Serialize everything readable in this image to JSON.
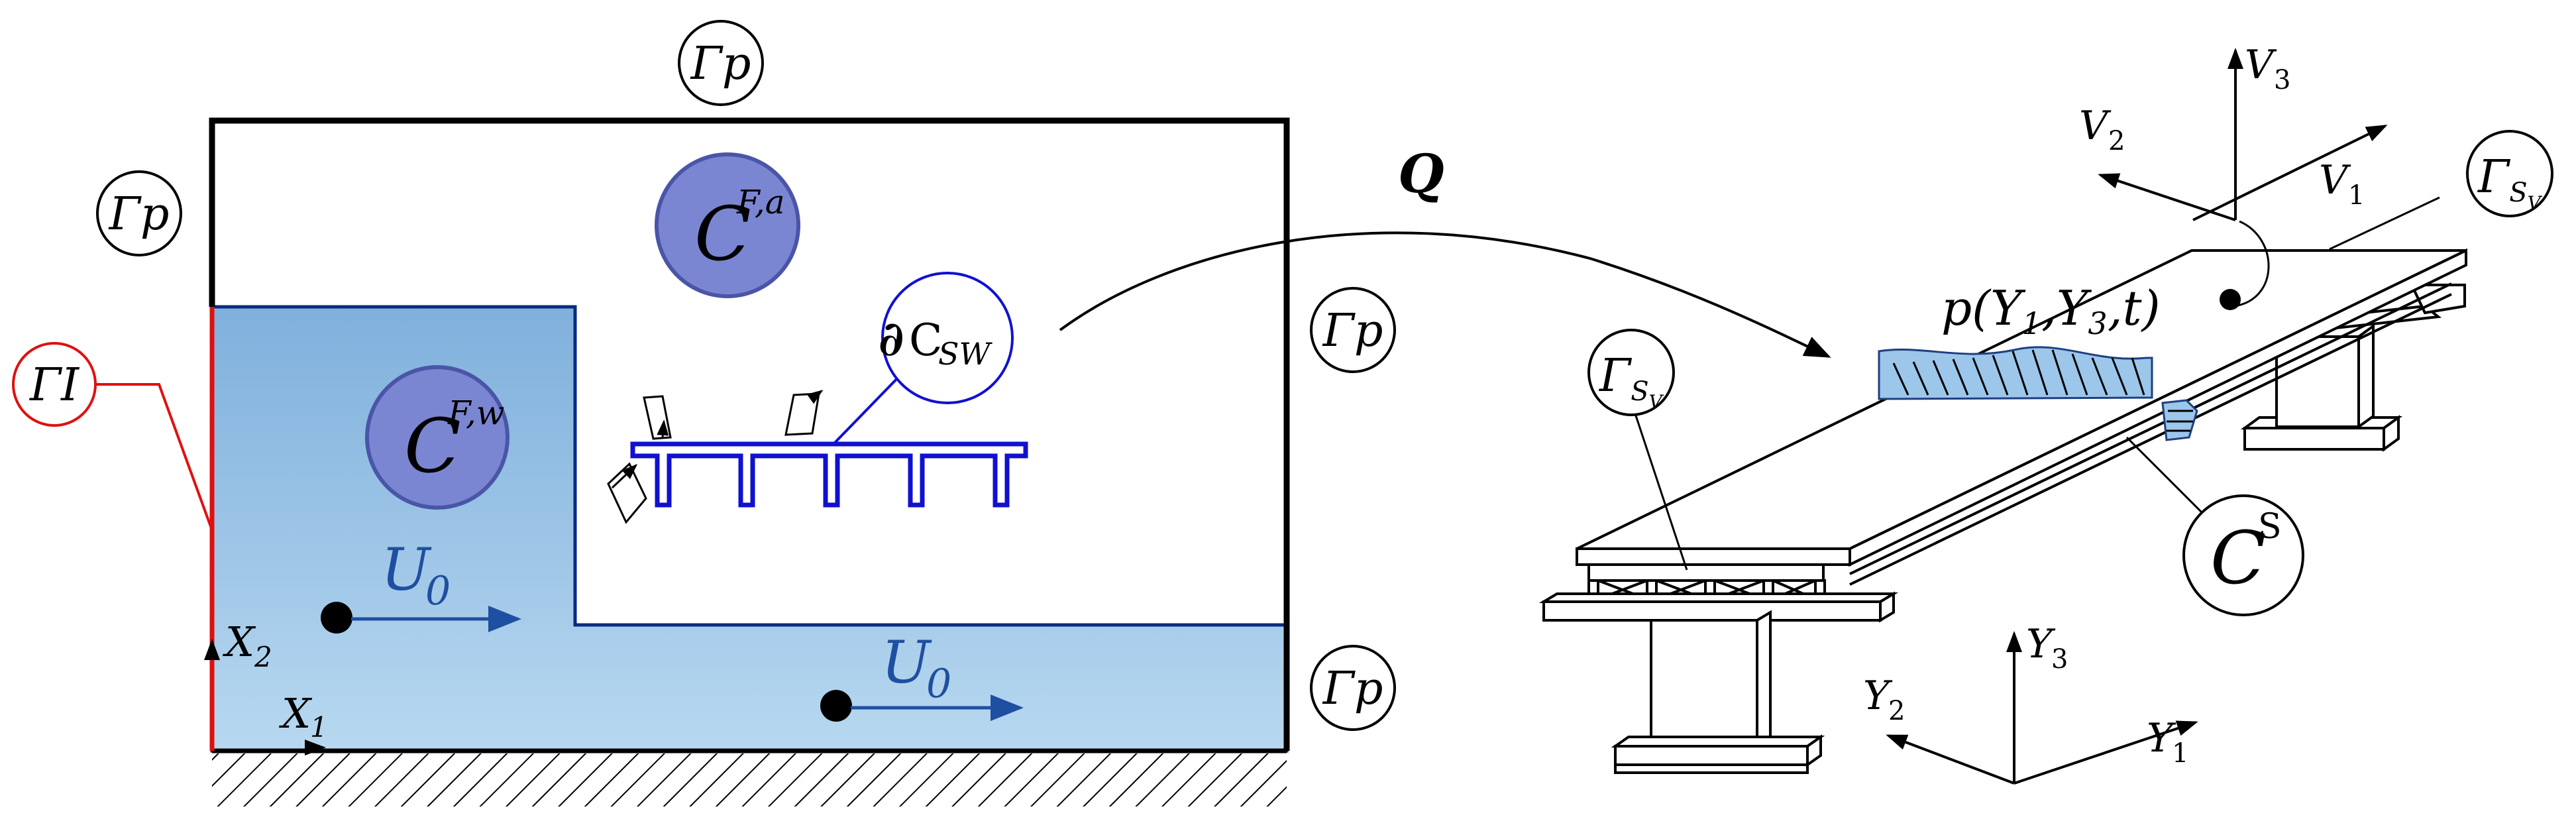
{
  "colors": {
    "water_top": "#7fb0dc",
    "water_bottom": "#b4d6ef",
    "bubble": "#7b86d2",
    "bubble_stroke": "#4a55a8",
    "inlet": "#e01010",
    "blue_line": "#1010d0",
    "velocity": "#1f4fa0",
    "load": "#9cc6ea"
  },
  "labels": {
    "gamma_p": "Γp",
    "gamma_i": "ΓI",
    "gamma_sv": "ΓSV",
    "c_fa_base": "C",
    "c_fa_sup": "F,a",
    "c_fw_base": "C",
    "c_fw_sup": "F,w",
    "d_csw_partial": "∂",
    "d_csw_base": "C",
    "d_csw_sub": "SW",
    "u0": "U",
    "u0_sub": "0",
    "x1": "X",
    "x1_sub": "1",
    "x2": "X",
    "x2_sub": "2",
    "q": "Q",
    "pressure": "p(Υ",
    "pressure_sub1": "1",
    "pressure_mid": ",Υ",
    "pressure_sub3": "3",
    "pressure_end": ",t)",
    "c_s_base": "C",
    "c_s_sup": "S",
    "v1": "V",
    "v1_sub": "1",
    "v2": "V",
    "v2_sub": "2",
    "v3": "V",
    "v3_sub": "3",
    "y1": "Υ",
    "y1_sub": "1",
    "y2": "Υ",
    "y2_sub": "2",
    "y3": "Υ",
    "y3_sub": "3"
  },
  "icons": {
    "ground": "hatched-ground-icon",
    "bridge": "bridge-deck-icon",
    "pier": "pier-icon"
  }
}
